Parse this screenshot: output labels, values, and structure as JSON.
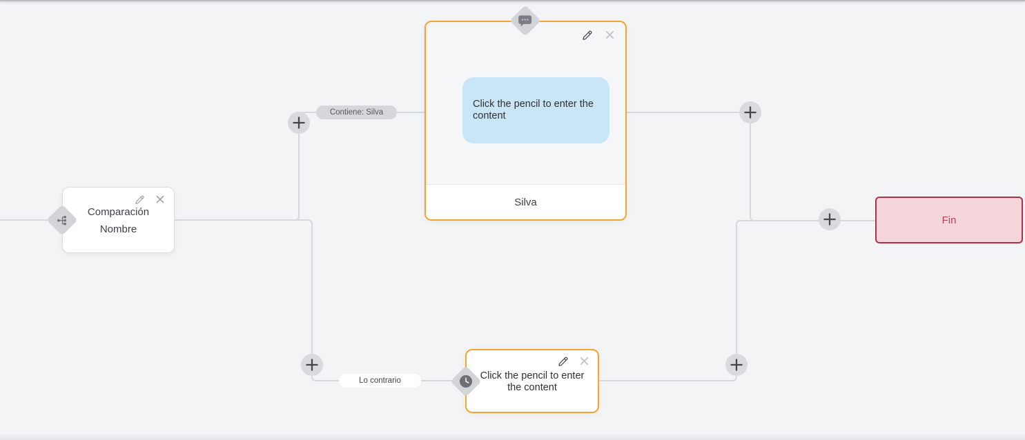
{
  "colors": {
    "canvas_bg": "#f3f4f6",
    "edge": "#d7d8db",
    "accent_orange": "#f5a331",
    "bubble_blue": "#c9e6f6",
    "end_border": "#b52d49",
    "end_bg": "#f3d5da",
    "end_text": "#c43b58"
  },
  "icons": {
    "condition": "sitemap-icon",
    "message": "chat-bubble-icon",
    "wait": "clock-icon",
    "edit": "pencil-icon",
    "remove": "close-icon",
    "add": "plus-icon"
  },
  "nodes": {
    "condition": {
      "line1": "Comparación",
      "line2": "Nombre"
    },
    "message": {
      "bubble_text": "Click the pencil to enter the content",
      "footer": "Silva"
    },
    "wait": {
      "text": "Click the pencil to enter the content"
    },
    "end": {
      "label": "Fin"
    }
  },
  "edge_labels": {
    "contains": "Contiene: Silva",
    "otherwise": "Lo contrario"
  }
}
